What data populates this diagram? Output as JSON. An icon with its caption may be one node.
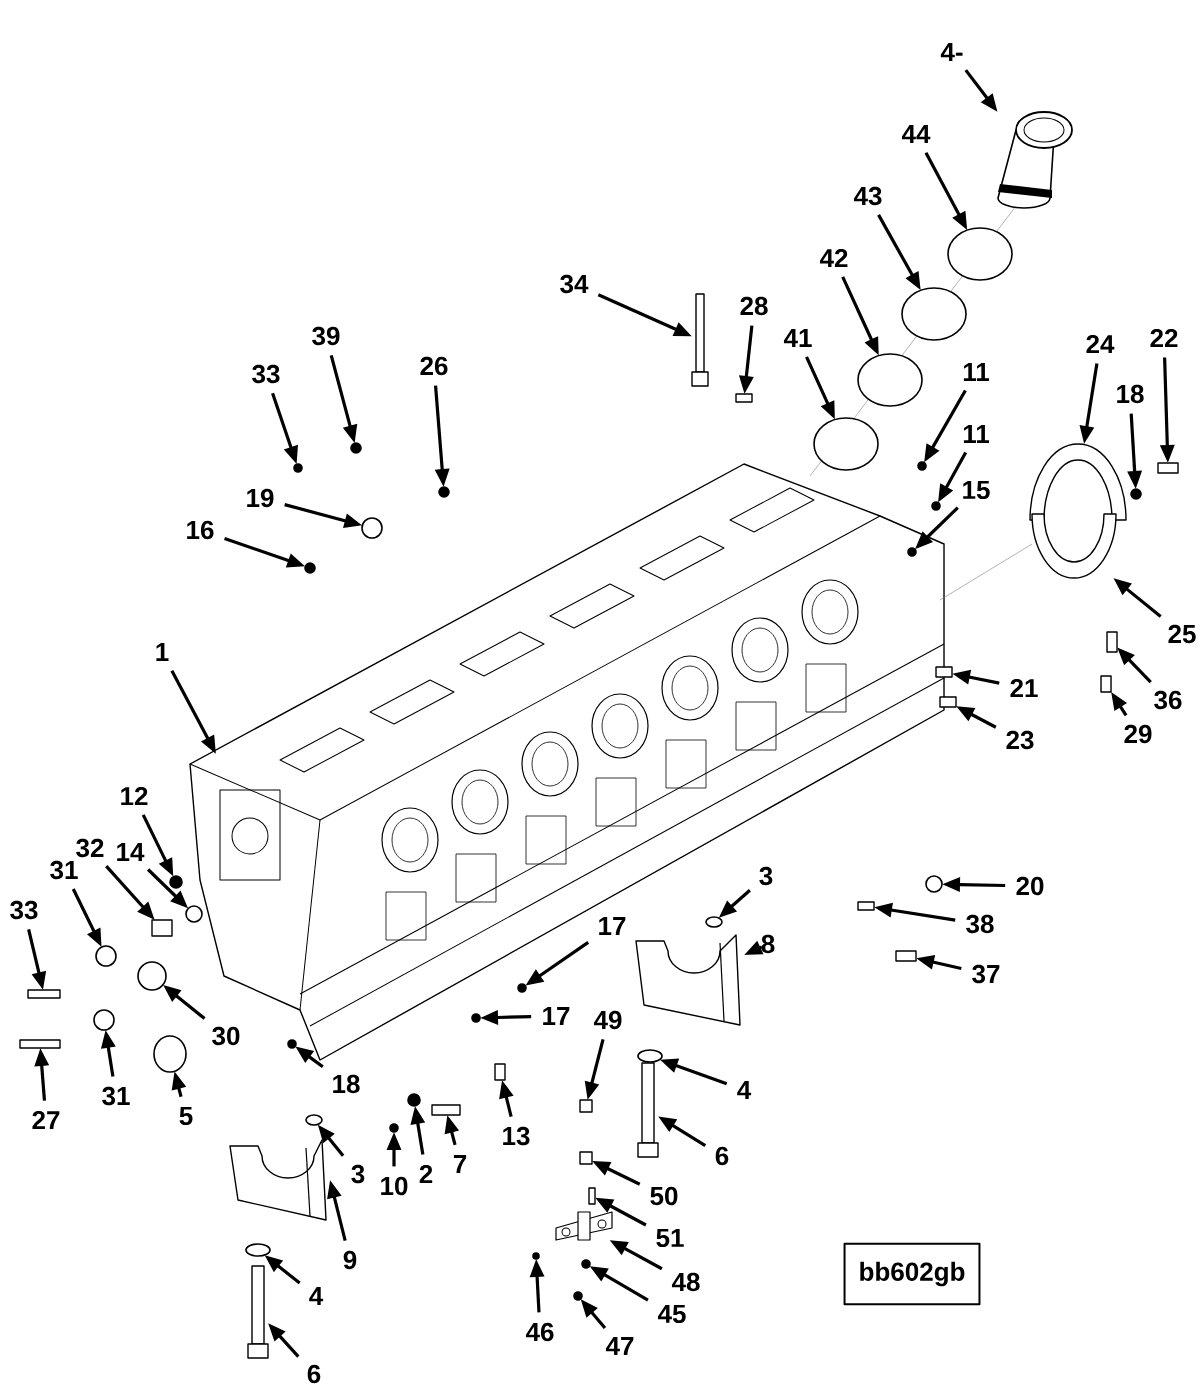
{
  "diagram": {
    "nodes": [
      {
        "text": [
          "4-"
        ]
      },
      {
        "text": [
          "44"
        ]
      },
      {
        "text": [
          "43"
        ]
      },
      {
        "text": [
          "42"
        ]
      },
      {
        "text": [
          "34"
        ]
      },
      {
        "text": [
          "28"
        ]
      },
      {
        "text": [
          "41"
        ]
      },
      {
        "text": [
          "39"
        ]
      },
      {
        "text": [
          "22"
        ]
      },
      {
        "text": [
          "24"
        ]
      },
      {
        "text": [
          "26"
        ]
      },
      {
        "text": [
          "11"
        ]
      },
      {
        "text": [
          "33"
        ]
      },
      {
        "text": [
          "18"
        ]
      },
      {
        "text": [
          "11"
        ]
      },
      {
        "text": [
          "15"
        ]
      },
      {
        "text": [
          "19"
        ]
      },
      {
        "text": [
          "16"
        ]
      },
      {
        "text": [
          "25"
        ]
      },
      {
        "text": [
          "1"
        ]
      },
      {
        "text": [
          "21"
        ]
      },
      {
        "text": [
          "36"
        ]
      },
      {
        "text": [
          "29"
        ]
      },
      {
        "text": [
          "23"
        ]
      },
      {
        "text": [
          "12"
        ]
      },
      {
        "text": [
          "32"
        ]
      },
      {
        "text": [
          "14"
        ]
      },
      {
        "text": [
          "31"
        ]
      },
      {
        "text": [
          "3"
        ]
      },
      {
        "text": [
          "20"
        ]
      },
      {
        "text": [
          "33"
        ]
      },
      {
        "text": [
          "38"
        ]
      },
      {
        "text": [
          "17"
        ]
      },
      {
        "text": [
          "8"
        ]
      },
      {
        "text": [
          "37"
        ]
      },
      {
        "text": [
          "17"
        ]
      },
      {
        "text": [
          "49"
        ]
      },
      {
        "text": [
          "30"
        ]
      },
      {
        "text": [
          "18"
        ]
      },
      {
        "text": [
          "4"
        ]
      },
      {
        "text": [
          "31"
        ]
      },
      {
        "text": [
          "5"
        ]
      },
      {
        "text": [
          "27"
        ]
      },
      {
        "text": [
          "13"
        ]
      },
      {
        "text": [
          "6"
        ]
      },
      {
        "text": [
          "7"
        ]
      },
      {
        "text": [
          "3"
        ]
      },
      {
        "text": [
          "2"
        ]
      },
      {
        "text": [
          "10"
        ]
      },
      {
        "text": [
          "50"
        ]
      },
      {
        "text": [
          "51"
        ]
      },
      {
        "text": [
          "9"
        ]
      },
      {
        "text": [
          "bb602gb"
        ]
      },
      {
        "text": [
          "48"
        ]
      },
      {
        "text": [
          "4"
        ]
      },
      {
        "text": [
          "45"
        ]
      },
      {
        "text": [
          "46"
        ]
      },
      {
        "text": [
          "47"
        ]
      },
      {
        "text": [
          "6"
        ]
      },
      {
        "text": [],
        "shape": "cylinder"
      },
      {
        "text": [],
        "shape": "circle"
      },
      {
        "text": [],
        "shape": "circle"
      },
      {
        "text": [],
        "shape": "circle"
      },
      {
        "text": [],
        "shape": "bar"
      },
      {
        "text": [],
        "shape": "box"
      },
      {
        "text": [],
        "shape": "circle"
      },
      {
        "text": [],
        "shape": "circle"
      },
      {
        "text": [],
        "shape": "box"
      },
      {
        "text": [],
        "shape": "picture"
      },
      {
        "text": [],
        "shape": "circle"
      },
      {
        "text": [],
        "shape": "circle"
      },
      {
        "text": [],
        "shape": "circle"
      },
      {
        "text": [],
        "shape": "circle"
      },
      {
        "text": [],
        "shape": "circle"
      },
      {
        "text": [],
        "shape": "circle"
      },
      {
        "text": [],
        "shape": "circle"
      },
      {
        "text": [],
        "shape": "circle"
      },
      {
        "text": [],
        "shape": "picture"
      },
      {
        "text": [],
        "shape": "box"
      },
      {
        "text": [],
        "shape": "box"
      },
      {
        "text": [],
        "shape": "box"
      },
      {
        "text": [],
        "shape": "box"
      },
      {
        "text": [],
        "shape": "circle"
      },
      {
        "text": [],
        "shape": "box"
      },
      {
        "text": [],
        "shape": "circle"
      },
      {
        "text": [],
        "shape": "circle"
      },
      {
        "text": [],
        "shape": "circle"
      },
      {
        "text": [],
        "shape": "circle"
      },
      {
        "text": [],
        "shape": "box"
      },
      {
        "text": [],
        "shape": "box"
      },
      {
        "text": [],
        "shape": "circle"
      },
      {
        "text": [],
        "shape": "picture"
      },
      {
        "text": [],
        "shape": "box"
      },
      {
        "text": [],
        "shape": "circle"
      },
      {
        "text": [],
        "shape": "box"
      },
      {
        "text": [],
        "shape": "circle"
      },
      {
        "text": [],
        "shape": "circle"
      },
      {
        "text": [],
        "shape": "circle"
      },
      {
        "text": [],
        "shape": "circle"
      },
      {
        "text": [],
        "shape": "circle"
      },
      {
        "text": [],
        "shape": "box"
      },
      {
        "text": [],
        "shape": "box"
      },
      {
        "text": [],
        "shape": "bar"
      },
      {
        "text": [],
        "shape": "box"
      },
      {
        "text": [],
        "shape": "circle"
      },
      {
        "text": [],
        "shape": "circle"
      },
      {
        "text": [],
        "shape": "circle"
      },
      {
        "text": [],
        "shape": "box"
      },
      {
        "text": [],
        "shape": "box"
      },
      {
        "text": [],
        "shape": "picture"
      },
      {
        "text": [],
        "shape": "picture"
      },
      {
        "text": [],
        "shape": "circle"
      },
      {
        "text": [],
        "shape": "circle"
      },
      {
        "text": [],
        "shape": "circle"
      },
      {
        "text": [],
        "shape": "circle"
      },
      {
        "text": [],
        "shape": "bar"
      }
    ],
    "edges": [
      {
        "from": 0,
        "to": 59,
        "arrow": "to"
      },
      {
        "from": 1,
        "to": 60,
        "arrow": "to"
      },
      {
        "from": 2,
        "to": 61,
        "arrow": "to"
      },
      {
        "from": 3,
        "to": 62,
        "arrow": "to"
      },
      {
        "from": 4,
        "to": 63,
        "arrow": "to"
      },
      {
        "from": 5,
        "to": 64,
        "arrow": "to"
      },
      {
        "from": 6,
        "to": 65,
        "arrow": "to"
      },
      {
        "from": 7,
        "to": 66,
        "arrow": "to"
      },
      {
        "from": 8,
        "to": 67,
        "arrow": "to"
      },
      {
        "from": 9,
        "to": 68,
        "arrow": "to"
      },
      {
        "from": 10,
        "to": 69,
        "arrow": "to"
      },
      {
        "from": 11,
        "to": 70,
        "arrow": "to"
      },
      {
        "from": 12,
        "to": 71,
        "arrow": "to"
      },
      {
        "from": 13,
        "to": 72,
        "arrow": "to"
      },
      {
        "from": 14,
        "to": 73,
        "arrow": "to"
      },
      {
        "from": 15,
        "to": 74,
        "arrow": "to"
      },
      {
        "from": 16,
        "to": 75,
        "arrow": "to"
      },
      {
        "from": 17,
        "to": 76,
        "arrow": "to"
      },
      {
        "from": 18,
        "to": 77,
        "arrow": "to"
      },
      {
        "from": 19,
        "to": null,
        "arrow": "to"
      },
      {
        "from": 20,
        "to": 78,
        "arrow": "to"
      },
      {
        "from": 21,
        "to": 79,
        "arrow": "to"
      },
      {
        "from": 22,
        "to": 80,
        "arrow": "to"
      },
      {
        "from": 23,
        "to": 81,
        "arrow": "to"
      },
      {
        "from": 24,
        "to": 82,
        "arrow": "to"
      },
      {
        "from": 25,
        "to": 83,
        "arrow": "to"
      },
      {
        "from": 26,
        "to": 84,
        "arrow": "to"
      },
      {
        "from": 27,
        "to": 85,
        "arrow": "to"
      },
      {
        "from": 28,
        "to": 86,
        "arrow": "to"
      },
      {
        "from": 29,
        "to": 87,
        "arrow": "to"
      },
      {
        "from": 30,
        "to": 88,
        "arrow": "to"
      },
      {
        "from": 31,
        "to": 89,
        "arrow": "to"
      },
      {
        "from": 32,
        "to": 90,
        "arrow": "to"
      },
      {
        "from": 33,
        "to": 91,
        "arrow": "to"
      },
      {
        "from": 34,
        "to": 92,
        "arrow": "to"
      },
      {
        "from": 35,
        "to": 93,
        "arrow": "to"
      },
      {
        "from": 36,
        "to": 94,
        "arrow": "to"
      },
      {
        "from": 37,
        "to": 95,
        "arrow": "to"
      },
      {
        "from": 38,
        "to": 96,
        "arrow": "to"
      },
      {
        "from": 39,
        "to": 97,
        "arrow": "to"
      },
      {
        "from": 40,
        "to": 98,
        "arrow": "to"
      },
      {
        "from": 41,
        "to": 99,
        "arrow": "to"
      },
      {
        "from": 42,
        "to": 100,
        "arrow": "to"
      },
      {
        "from": 43,
        "to": 101,
        "arrow": "to"
      },
      {
        "from": 44,
        "to": 102,
        "arrow": "to"
      },
      {
        "from": 45,
        "to": 103,
        "arrow": "to"
      },
      {
        "from": 46,
        "to": 104,
        "arrow": "to"
      },
      {
        "from": 47,
        "to": 105,
        "arrow": "to"
      },
      {
        "from": 48,
        "to": 106,
        "arrow": "to"
      },
      {
        "from": 49,
        "to": 107,
        "arrow": "to"
      },
      {
        "from": 50,
        "to": 108,
        "arrow": "to"
      },
      {
        "from": 51,
        "to": 109,
        "arrow": "to"
      },
      {
        "from": 53,
        "to": 110,
        "arrow": "to"
      },
      {
        "from": 54,
        "to": 111,
        "arrow": "to"
      },
      {
        "from": 55,
        "to": 112,
        "arrow": "to"
      },
      {
        "from": 56,
        "to": 113,
        "arrow": "to"
      },
      {
        "from": 57,
        "to": 114,
        "arrow": "to"
      },
      {
        "from": 58,
        "to": 115,
        "arrow": "to"
      }
    ]
  }
}
